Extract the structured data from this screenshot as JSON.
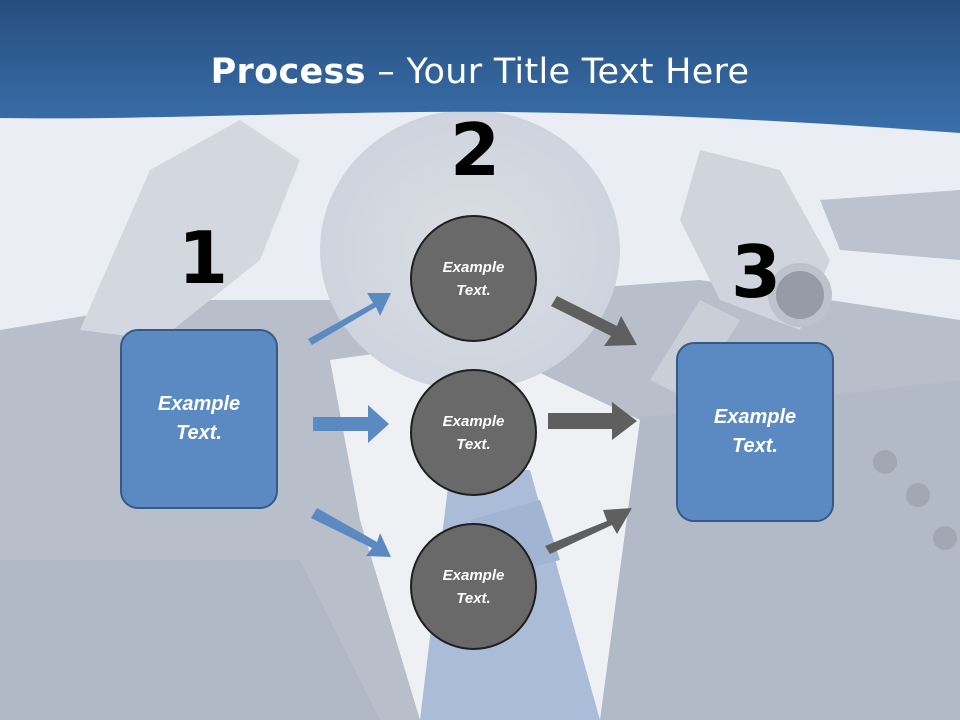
{
  "slide": {
    "title_bold": "Process",
    "title_rest": " – Your Title Text Here",
    "step_numbers": [
      "1",
      "2",
      "3"
    ],
    "left_box": {
      "line1": "Example",
      "line2": "Text."
    },
    "right_box": {
      "line1": "Example",
      "line2": "Text."
    },
    "circles": [
      {
        "line1": "Example",
        "line2": "Text."
      },
      {
        "line1": "Example",
        "line2": "Text."
      },
      {
        "line1": "Example",
        "line2": "Text."
      }
    ]
  },
  "colors": {
    "header_blue": "#2e5f94",
    "box_blue": "#5b8ac3",
    "arrow_blue": "#5b8ac3",
    "circle_gray": "#696969",
    "arrow_gray": "#5f5f5f"
  }
}
